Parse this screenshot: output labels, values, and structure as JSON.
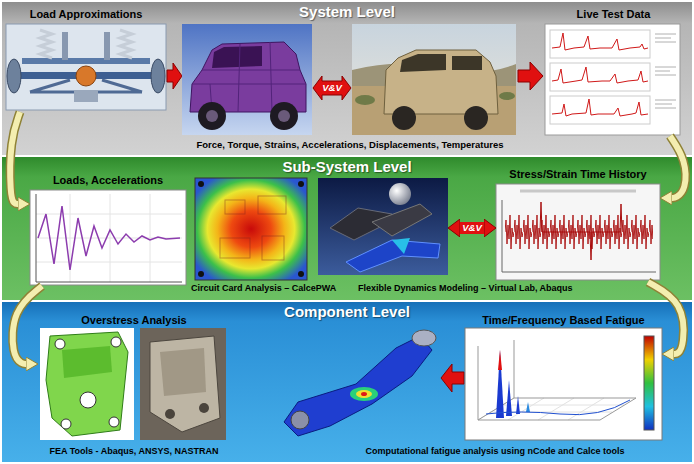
{
  "diagram": {
    "nodes": [
      {
        "text": [
          "System Level"
        ]
      },
      {
        "text": [
          "Load Approximations"
        ],
        "in": 0
      },
      {
        "text": [
          "Live Test Data"
        ],
        "in": 0
      },
      {
        "text": [
          "Sub-System Level"
        ]
      },
      {
        "text": [
          "Loads, Accelerations"
        ],
        "in": 3
      },
      {
        "text": [
          "Circuit Card Analysis – CalcePWA"
        ],
        "in": 3
      },
      {
        "text": [
          "Flexible Dynamics Modeling – Virtual Lab, Abaqus"
        ],
        "in": 3
      },
      {
        "text": [
          "Stress/Strain Time History"
        ],
        "in": 3
      },
      {
        "text": [
          "Component Level"
        ]
      },
      {
        "text": [
          "Overstress Analysis",
          "FEA Tools - Abaqus, ANSYS, NASTRAN"
        ],
        "in": 8
      },
      {
        "text": [
          "Time/Frequency Based Fatigue"
        ],
        "in": 8
      }
    ],
    "edges": [
      {
        "from": 1,
        "to": 4,
        "arrow": "to"
      },
      {
        "from": 2,
        "to": 7,
        "arrow": "to"
      },
      {
        "from": 4,
        "to": 9,
        "arrow": "to"
      },
      {
        "from": 7,
        "to": 10,
        "arrow": "to"
      },
      {
        "from": 6,
        "to": 7,
        "label": "V&V",
        "arrow": "both"
      }
    ],
    "labels": [
      "V&V",
      "Force, Torque, Strains, Accelerations, Displacements, Temperatures",
      "Computational fatigue analysis using nCode and Calce tools"
    ]
  }
}
